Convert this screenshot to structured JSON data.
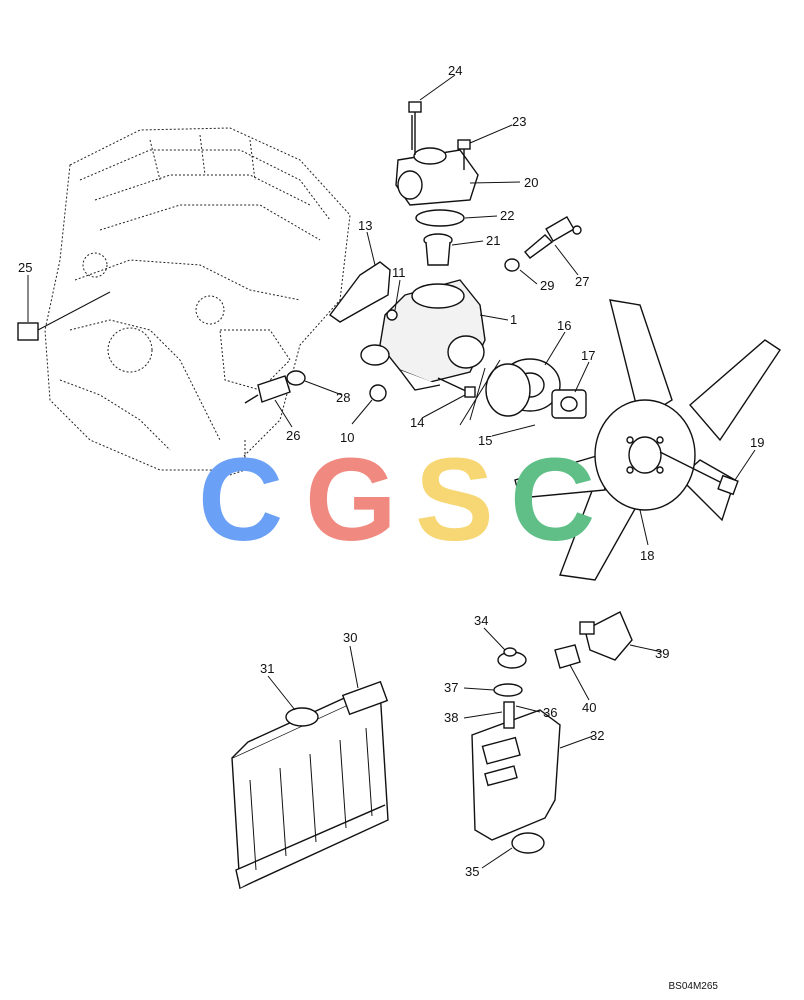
{
  "callouts": [
    "24",
    "23",
    "20",
    "22",
    "21",
    "27",
    "29",
    "13",
    "11",
    "1",
    "25",
    "16",
    "17",
    "28",
    "26",
    "10",
    "14",
    "15",
    "19",
    "18",
    "34",
    "39",
    "30",
    "31",
    "37",
    "40",
    "38",
    "36",
    "32",
    "35"
  ],
  "watermark": {
    "letters": [
      "C",
      "G",
      "S",
      "C"
    ],
    "colors": [
      "#6aa0f5",
      "#f08a80",
      "#f7d774",
      "#5fbf87"
    ]
  },
  "drawing_ref": "BS04M265"
}
